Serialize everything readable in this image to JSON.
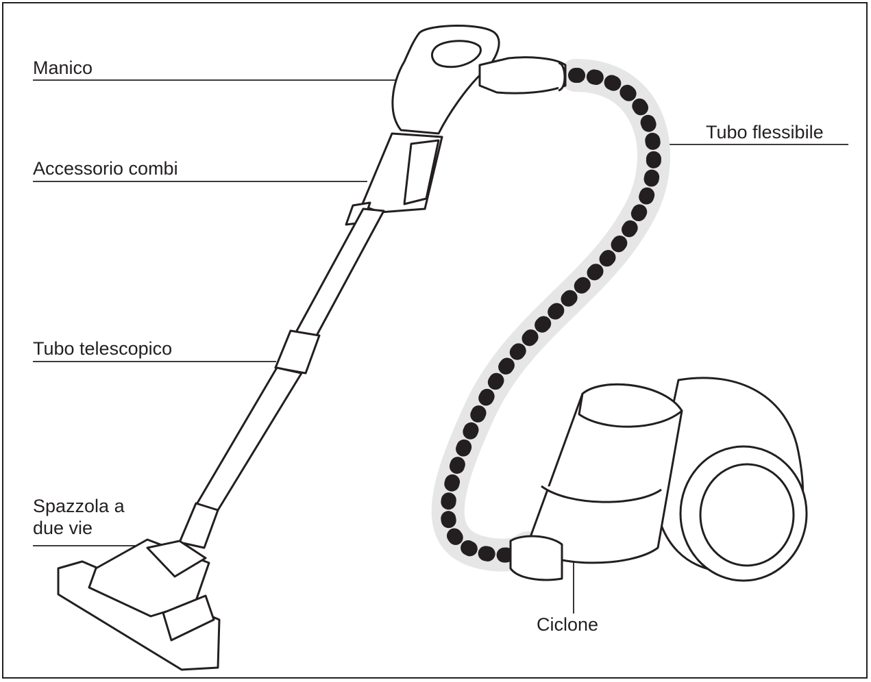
{
  "diagram": {
    "labels": {
      "handle": "Manico",
      "combi": "Accessorio combi",
      "telescopic": "Tubo telescopico",
      "brush_line1": "Spazzola a",
      "brush_line2": "due vie",
      "hose": "Tubo flessibile",
      "cyclone": "Ciclone"
    },
    "colors": {
      "line": "#231f20",
      "hose_fill": "#e6e6e6",
      "body_fill": "#ffffff"
    }
  }
}
